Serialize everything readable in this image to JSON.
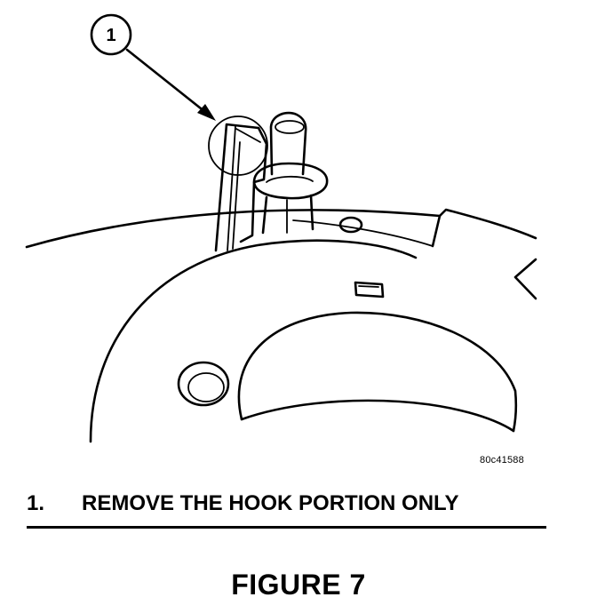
{
  "diagram": {
    "callout_number": "1",
    "reference_code": "80c41588"
  },
  "caption": {
    "number": "1.",
    "text": "REMOVE THE HOOK PORTION ONLY"
  },
  "figure_title": "FIGURE 7"
}
